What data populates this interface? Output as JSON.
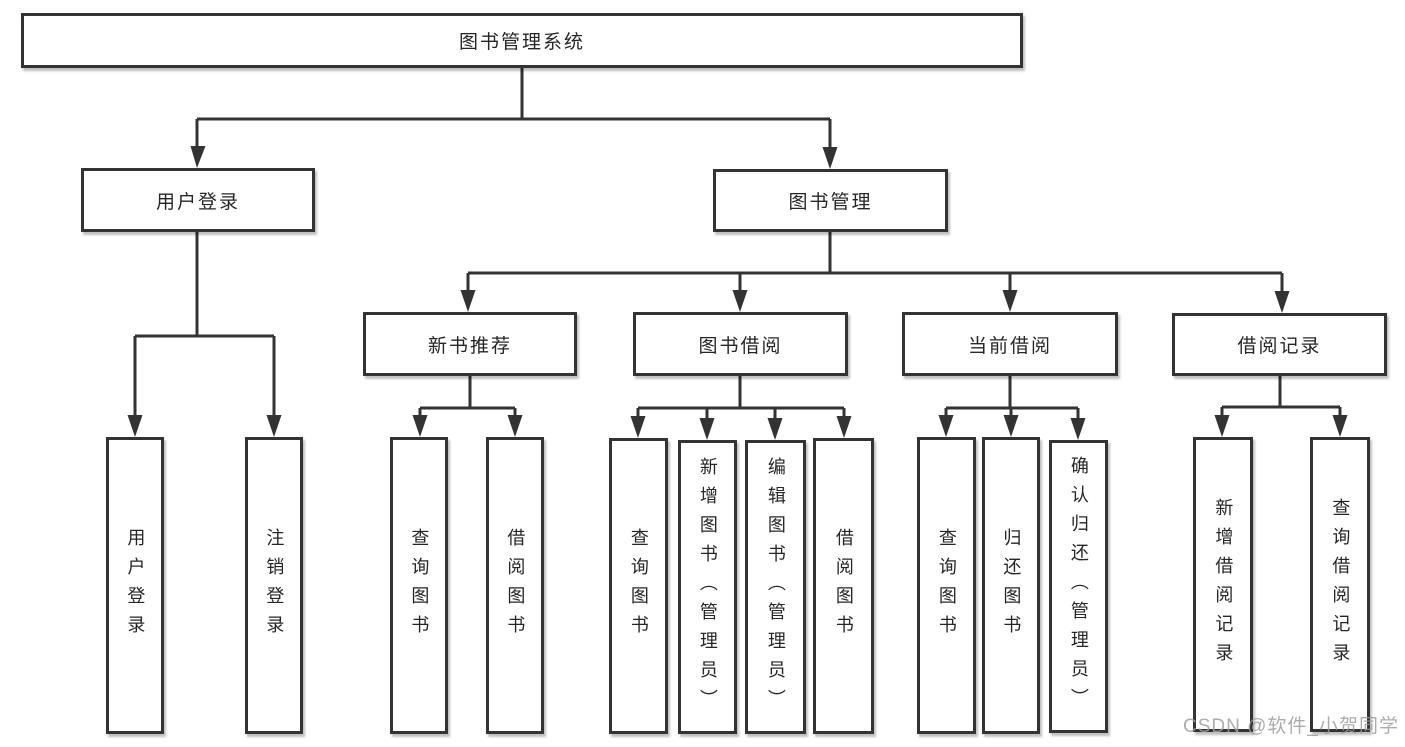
{
  "diagram": {
    "type": "hierarchy-tree",
    "colors": {
      "line": "#333333",
      "box_border": "#333333",
      "box_background": "#ffffff",
      "text": "#262626"
    },
    "root": {
      "label": "图书管理系统",
      "children": [
        {
          "label": "用户登录",
          "children": [
            {
              "label": "用户登录"
            },
            {
              "label": "注销登录"
            }
          ]
        },
        {
          "label": "图书管理",
          "children": [
            {
              "label": "新书推荐",
              "children": [
                {
                  "label": "查询图书"
                },
                {
                  "label": "借阅图书"
                }
              ]
            },
            {
              "label": "图书借阅",
              "children": [
                {
                  "label": "查询图书"
                },
                {
                  "label": "新增图书（管理员）"
                },
                {
                  "label": "编辑图书（管理员）"
                },
                {
                  "label": "借阅图书"
                }
              ]
            },
            {
              "label": "当前借阅",
              "children": [
                {
                  "label": "查询图书"
                },
                {
                  "label": "归还图书"
                },
                {
                  "label": "确认归还（管理员）"
                }
              ]
            },
            {
              "label": "借阅记录",
              "children": [
                {
                  "label": "新增借阅记录"
                },
                {
                  "label": "查询借阅记录"
                }
              ]
            }
          ]
        }
      ]
    }
  },
  "watermark": {
    "text": "CSDN @软件_小贺同学",
    "color": "#9e9e9e"
  }
}
